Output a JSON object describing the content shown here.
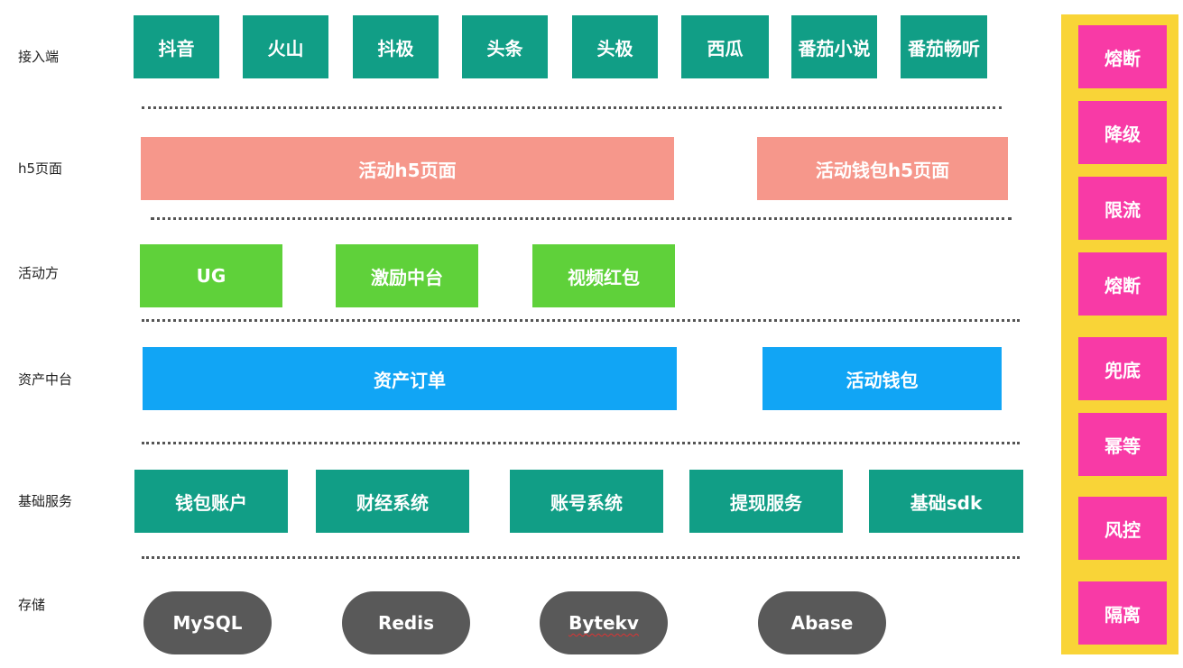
{
  "layers": {
    "access": "接入端",
    "h5": "h5页面",
    "activity": "活动方",
    "asset": "资产中台",
    "base": "基础服务",
    "storage": "存储"
  },
  "access_apps": [
    "抖音",
    "火山",
    "抖极",
    "头条",
    "头极",
    "西瓜",
    "番茄小说",
    "番茄畅听"
  ],
  "h5_pages": [
    "活动h5页面",
    "活动钱包h5页面"
  ],
  "activity_parties": [
    "UG",
    "激励中台",
    "视频红包"
  ],
  "asset_center": [
    "资产订单",
    "活动钱包"
  ],
  "base_services": [
    "钱包账户",
    "财经系统",
    "账号系统",
    "提现服务",
    "基础sdk"
  ],
  "storage": [
    "MySQL",
    "Redis",
    "Bytekv",
    "Abase"
  ],
  "governance": [
    "熔断",
    "降级",
    "限流",
    "熔断",
    "兜底",
    "幂等",
    "风控",
    "隔离"
  ],
  "colors": {
    "teal": "#119e86",
    "salmon": "#f6978b",
    "green": "#5fd13a",
    "blue": "#11a5f5",
    "storage_gray": "#595959",
    "panel_yellow": "#f9d437",
    "panel_pink": "#f83aa6"
  }
}
